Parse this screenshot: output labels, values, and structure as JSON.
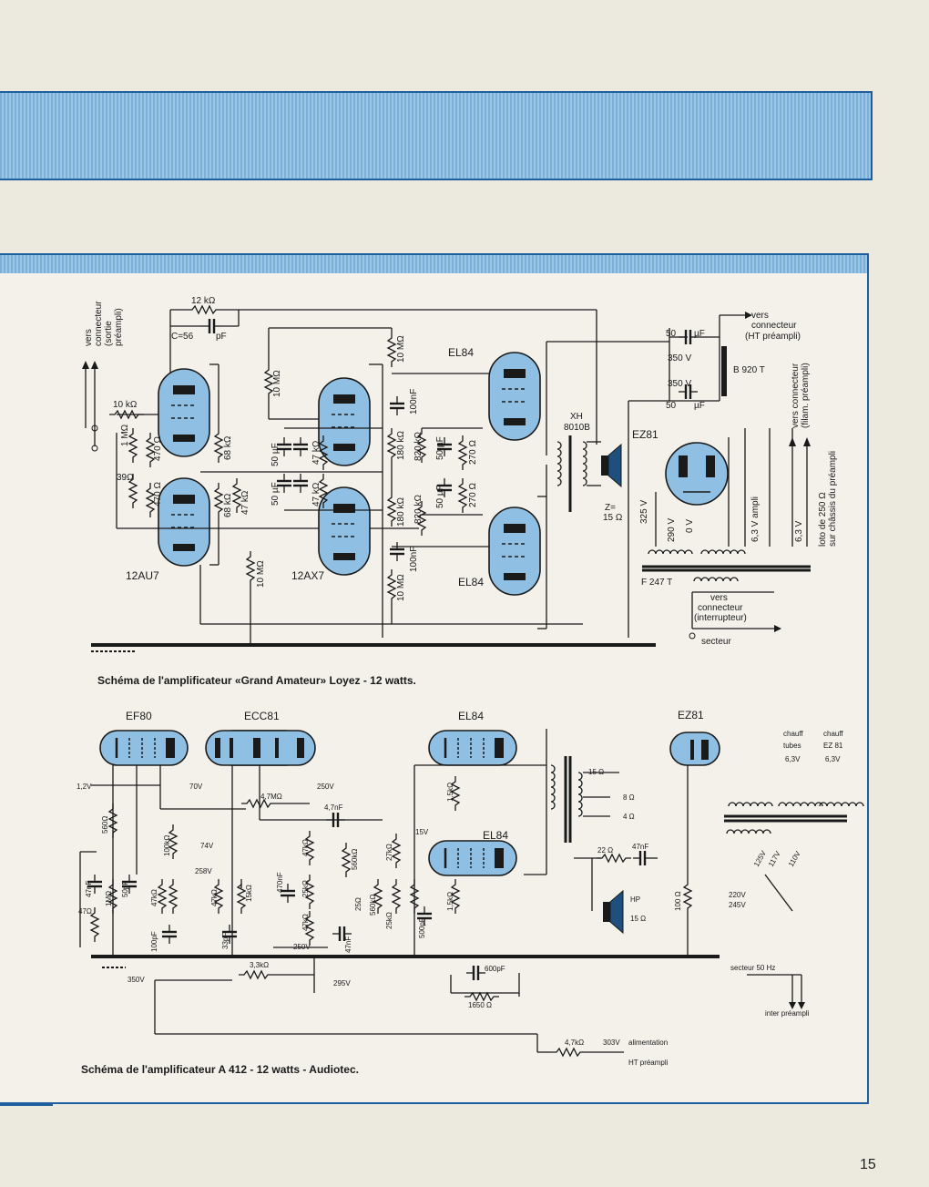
{
  "page_number": "15",
  "diagram1": {
    "caption": "Schéma de l'amplificateur «Grand Amateur» Loyez - 12 watts.",
    "tubes": [
      "12AU7",
      "12AX7",
      "EL84",
      "EL84",
      "EZ81"
    ],
    "resistor_labels": [
      "12 kΩ",
      "10 kΩ",
      "1 MΩ",
      "39Ω",
      "470 Ω",
      "470 Ω",
      "68 kΩ",
      "68 kΩ",
      "47 kΩ",
      "47 kΩ",
      "47 kΩ",
      "10 MΩ",
      "10 MΩ",
      "10 MΩ",
      "10 MΩ",
      "180 kΩ",
      "180 kΩ",
      "820 kΩ",
      "820 kΩ",
      "270 Ω",
      "270 Ω"
    ],
    "capacitor_labels": [
      "C=56 pF",
      "50 µF",
      "50 µF",
      "100nF",
      "100nF",
      "50 µF",
      "50 µF",
      "50 µF",
      "350 V",
      "350 V",
      "50 µF"
    ],
    "transformer_out": "XH 8010B",
    "speaker": "Z= 15 Ω",
    "power_transformer": "B 920 T",
    "filament_transformer": "F 247 T",
    "voltages": [
      "325 V",
      "290 V",
      "0 V",
      "6,3 V ampli",
      "6,3 V"
    ],
    "notes": {
      "out_left": "vers connecteur (sortie préampli)",
      "out_top": "vers connecteur (HT préampli)",
      "out_right": "vers connecteur (filam. préampli)",
      "pot": "loto de 250 Ω sur châssis du préampli",
      "switch": "vers connecteur (interrupteur)",
      "mains": "secteur"
    }
  },
  "diagram2": {
    "caption": "Schéma de l'amplificateur A 412 - 12 watts - Audiotec.",
    "tubes": [
      "EF80",
      "ECC81",
      "EL84",
      "EL84",
      "EZ81"
    ],
    "labels": [
      "1,2V",
      "70V",
      "4,7MΩ",
      "250V",
      "4,7nF",
      "560Ω",
      "100kΩ",
      "74V",
      "258V",
      "47kΩ",
      "15kΩ",
      "470nF",
      "47kΩ",
      "560kΩ",
      "27kΩ",
      "1,5kΩ",
      "15V",
      "25kΩ",
      "560kΩ",
      "25kΩ",
      "500pF",
      "1,5kΩ",
      "47Ω",
      "1MΩ",
      "50pF",
      "47kΩ",
      "100pF",
      "33pF",
      "250V",
      "47nF",
      "3,3kΩ",
      "350V",
      "295V",
      "600pF",
      "1650 Ω",
      "22 Ω",
      "47nF",
      "100 Ω"
    ],
    "speaker": "HP 15 Ω",
    "taps": [
      "15 Ω",
      "8 Ω",
      "4 Ω"
    ],
    "heater": [
      "chauff tubes",
      "chauff EZ 81",
      "6,3V",
      "6,3V"
    ],
    "mains_taps": [
      "125V",
      "117V",
      "110V",
      "220V",
      "245V"
    ],
    "mains": "secteur 50 Hz",
    "inter": "inter préampli",
    "supply": [
      "4,7kΩ",
      "303V",
      "alimentation",
      "HT préampli"
    ]
  }
}
